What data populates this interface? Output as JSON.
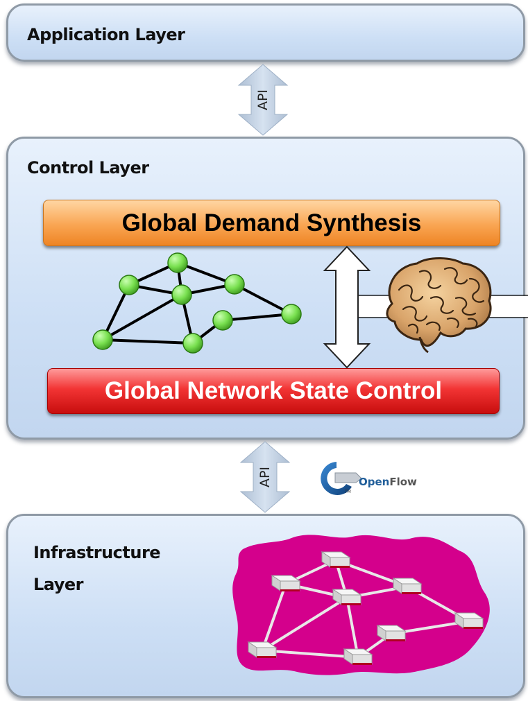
{
  "layers": {
    "application": {
      "title": "Application Layer"
    },
    "control": {
      "title": "Control Layer"
    },
    "infrastructure": {
      "title_line1": "Infrastructure",
      "title_line2": "Layer"
    }
  },
  "bars": {
    "demand": "Global Demand Synthesis",
    "state": "Global Network State Control"
  },
  "api_labels": {
    "top": "API",
    "bottom": "API"
  },
  "openflow": {
    "open": "Open",
    "flow": "Flow",
    "tm": "TM"
  },
  "icons": {
    "graph": "network-graph-icon",
    "brain": "brain-icon",
    "switch": "network-switch-icon",
    "openflow": "openflow-logo-icon"
  },
  "colors": {
    "layer_fill": "#cddff5",
    "demand_bar": "#f9a552",
    "state_bar": "#f23434",
    "graph_node": "#79e050",
    "cloud": "#d4008c"
  }
}
